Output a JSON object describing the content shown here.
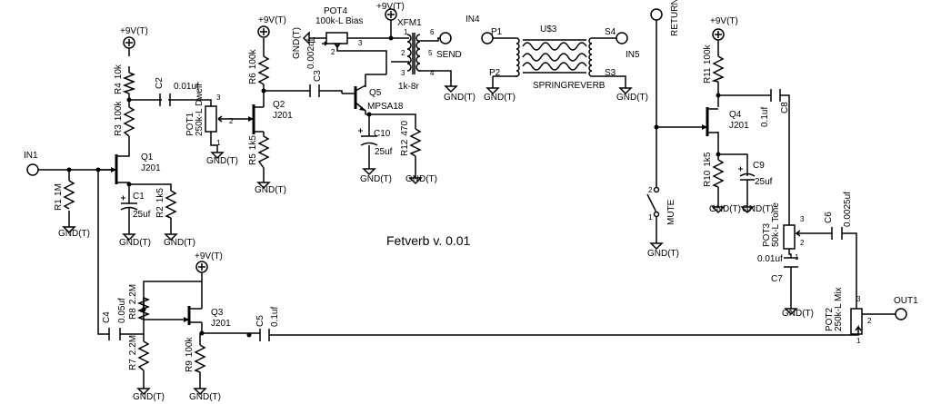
{
  "title": "Fetverb v. 0.01",
  "supply": "+9V(T)",
  "ground": "GND(T)",
  "ports": {
    "in1": "IN1",
    "in4": "IN4",
    "in5": "IN5",
    "send": "SEND",
    "return": "RETURN",
    "out1": "OUT1"
  },
  "xfm": {
    "name": "XFM1",
    "ratio": "1k-8r",
    "pins": [
      "1",
      "2",
      "3",
      "4",
      "5",
      "6"
    ]
  },
  "tank": {
    "name": "U$3",
    "label": "SPRINGREVERB",
    "pins": [
      "P1",
      "P2",
      "S4",
      "S3"
    ]
  },
  "switch": {
    "name": "MUTE",
    "pins": [
      "1",
      "2"
    ]
  },
  "transistors": {
    "q1": {
      "ref": "Q1",
      "type": "J201"
    },
    "q2": {
      "ref": "Q2",
      "type": "J201"
    },
    "q3": {
      "ref": "Q3",
      "type": "J201"
    },
    "q4": {
      "ref": "Q4",
      "type": "J201"
    },
    "q5": {
      "ref": "Q5",
      "type": "MPSA18"
    }
  },
  "resistors": {
    "r1": {
      "ref": "R1",
      "value": "1M"
    },
    "r2": {
      "ref": "R2",
      "value": "1k5"
    },
    "r3": {
      "ref": "R3",
      "value": "100k"
    },
    "r4": {
      "ref": "R4",
      "value": "10k"
    },
    "r5": {
      "ref": "R5",
      "value": "1k5"
    },
    "r6": {
      "ref": "R6",
      "value": "100k"
    },
    "r7": {
      "ref": "R7",
      "value": "2.2M"
    },
    "r8": {
      "ref": "R8",
      "value": "2.2M"
    },
    "r9": {
      "ref": "R9",
      "value": "100k"
    },
    "r10": {
      "ref": "R10",
      "value": "1k5"
    },
    "r11": {
      "ref": "R11",
      "value": "100k"
    },
    "r12": {
      "ref": "R12",
      "value": "470"
    }
  },
  "capacitors": {
    "c1": {
      "ref": "C1",
      "value": "25uf"
    },
    "c2": {
      "ref": "C2",
      "value": "0.01uf"
    },
    "c3": {
      "ref": "C3",
      "value": "0.002uf"
    },
    "c4": {
      "ref": "C4",
      "value": "0.05uf"
    },
    "c5": {
      "ref": "C5",
      "value": "0.1uf"
    },
    "c6": {
      "ref": "C6",
      "value": "0.0025uf"
    },
    "c7": {
      "ref": "C7",
      "value": "0.01uf"
    },
    "c8": {
      "ref": "C8",
      "value": "0.1uf"
    },
    "c9": {
      "ref": "C9",
      "value": "25uf"
    },
    "c10": {
      "ref": "C10",
      "value": "25uf"
    }
  },
  "pots": {
    "pot1": {
      "ref": "POT1",
      "value": "250k-L Dwell"
    },
    "pot2": {
      "ref": "POT2",
      "value": "250k-L Mix"
    },
    "pot3": {
      "ref": "POT3",
      "value": "50k-L Tone"
    },
    "pot4": {
      "ref": "POT4",
      "value": "100k-L Bias"
    }
  },
  "pin_numbers": [
    "1",
    "2",
    "3"
  ]
}
